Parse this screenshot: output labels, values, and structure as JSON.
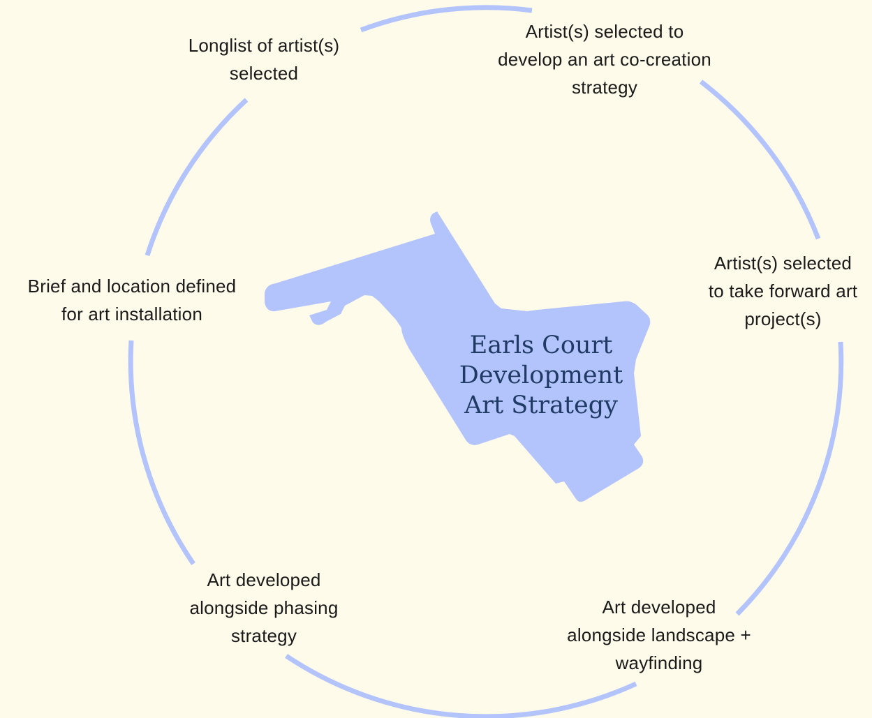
{
  "center": {
    "title": "Earls Court\nDevelopment\nArt Strategy"
  },
  "steps": [
    {
      "label": "Longlist of artist(s)\nselected"
    },
    {
      "label": "Artist(s) selected to\ndevelop an art co-creation\nstrategy"
    },
    {
      "label": "Artist(s) selected\nto take forward art\nproject(s)"
    },
    {
      "label": "Art developed\nalongside landscape +\nwayfinding"
    },
    {
      "label": "Art developed\nalongside phasing\nstrategy"
    },
    {
      "label": "Brief and location defined\nfor art installation"
    }
  ],
  "colors": {
    "background": "#fefbea",
    "ring": "#b3c3fb",
    "site_shape": "#b3c3fb",
    "title_text": "#1f3a63",
    "label_text": "#1a1a1a"
  }
}
